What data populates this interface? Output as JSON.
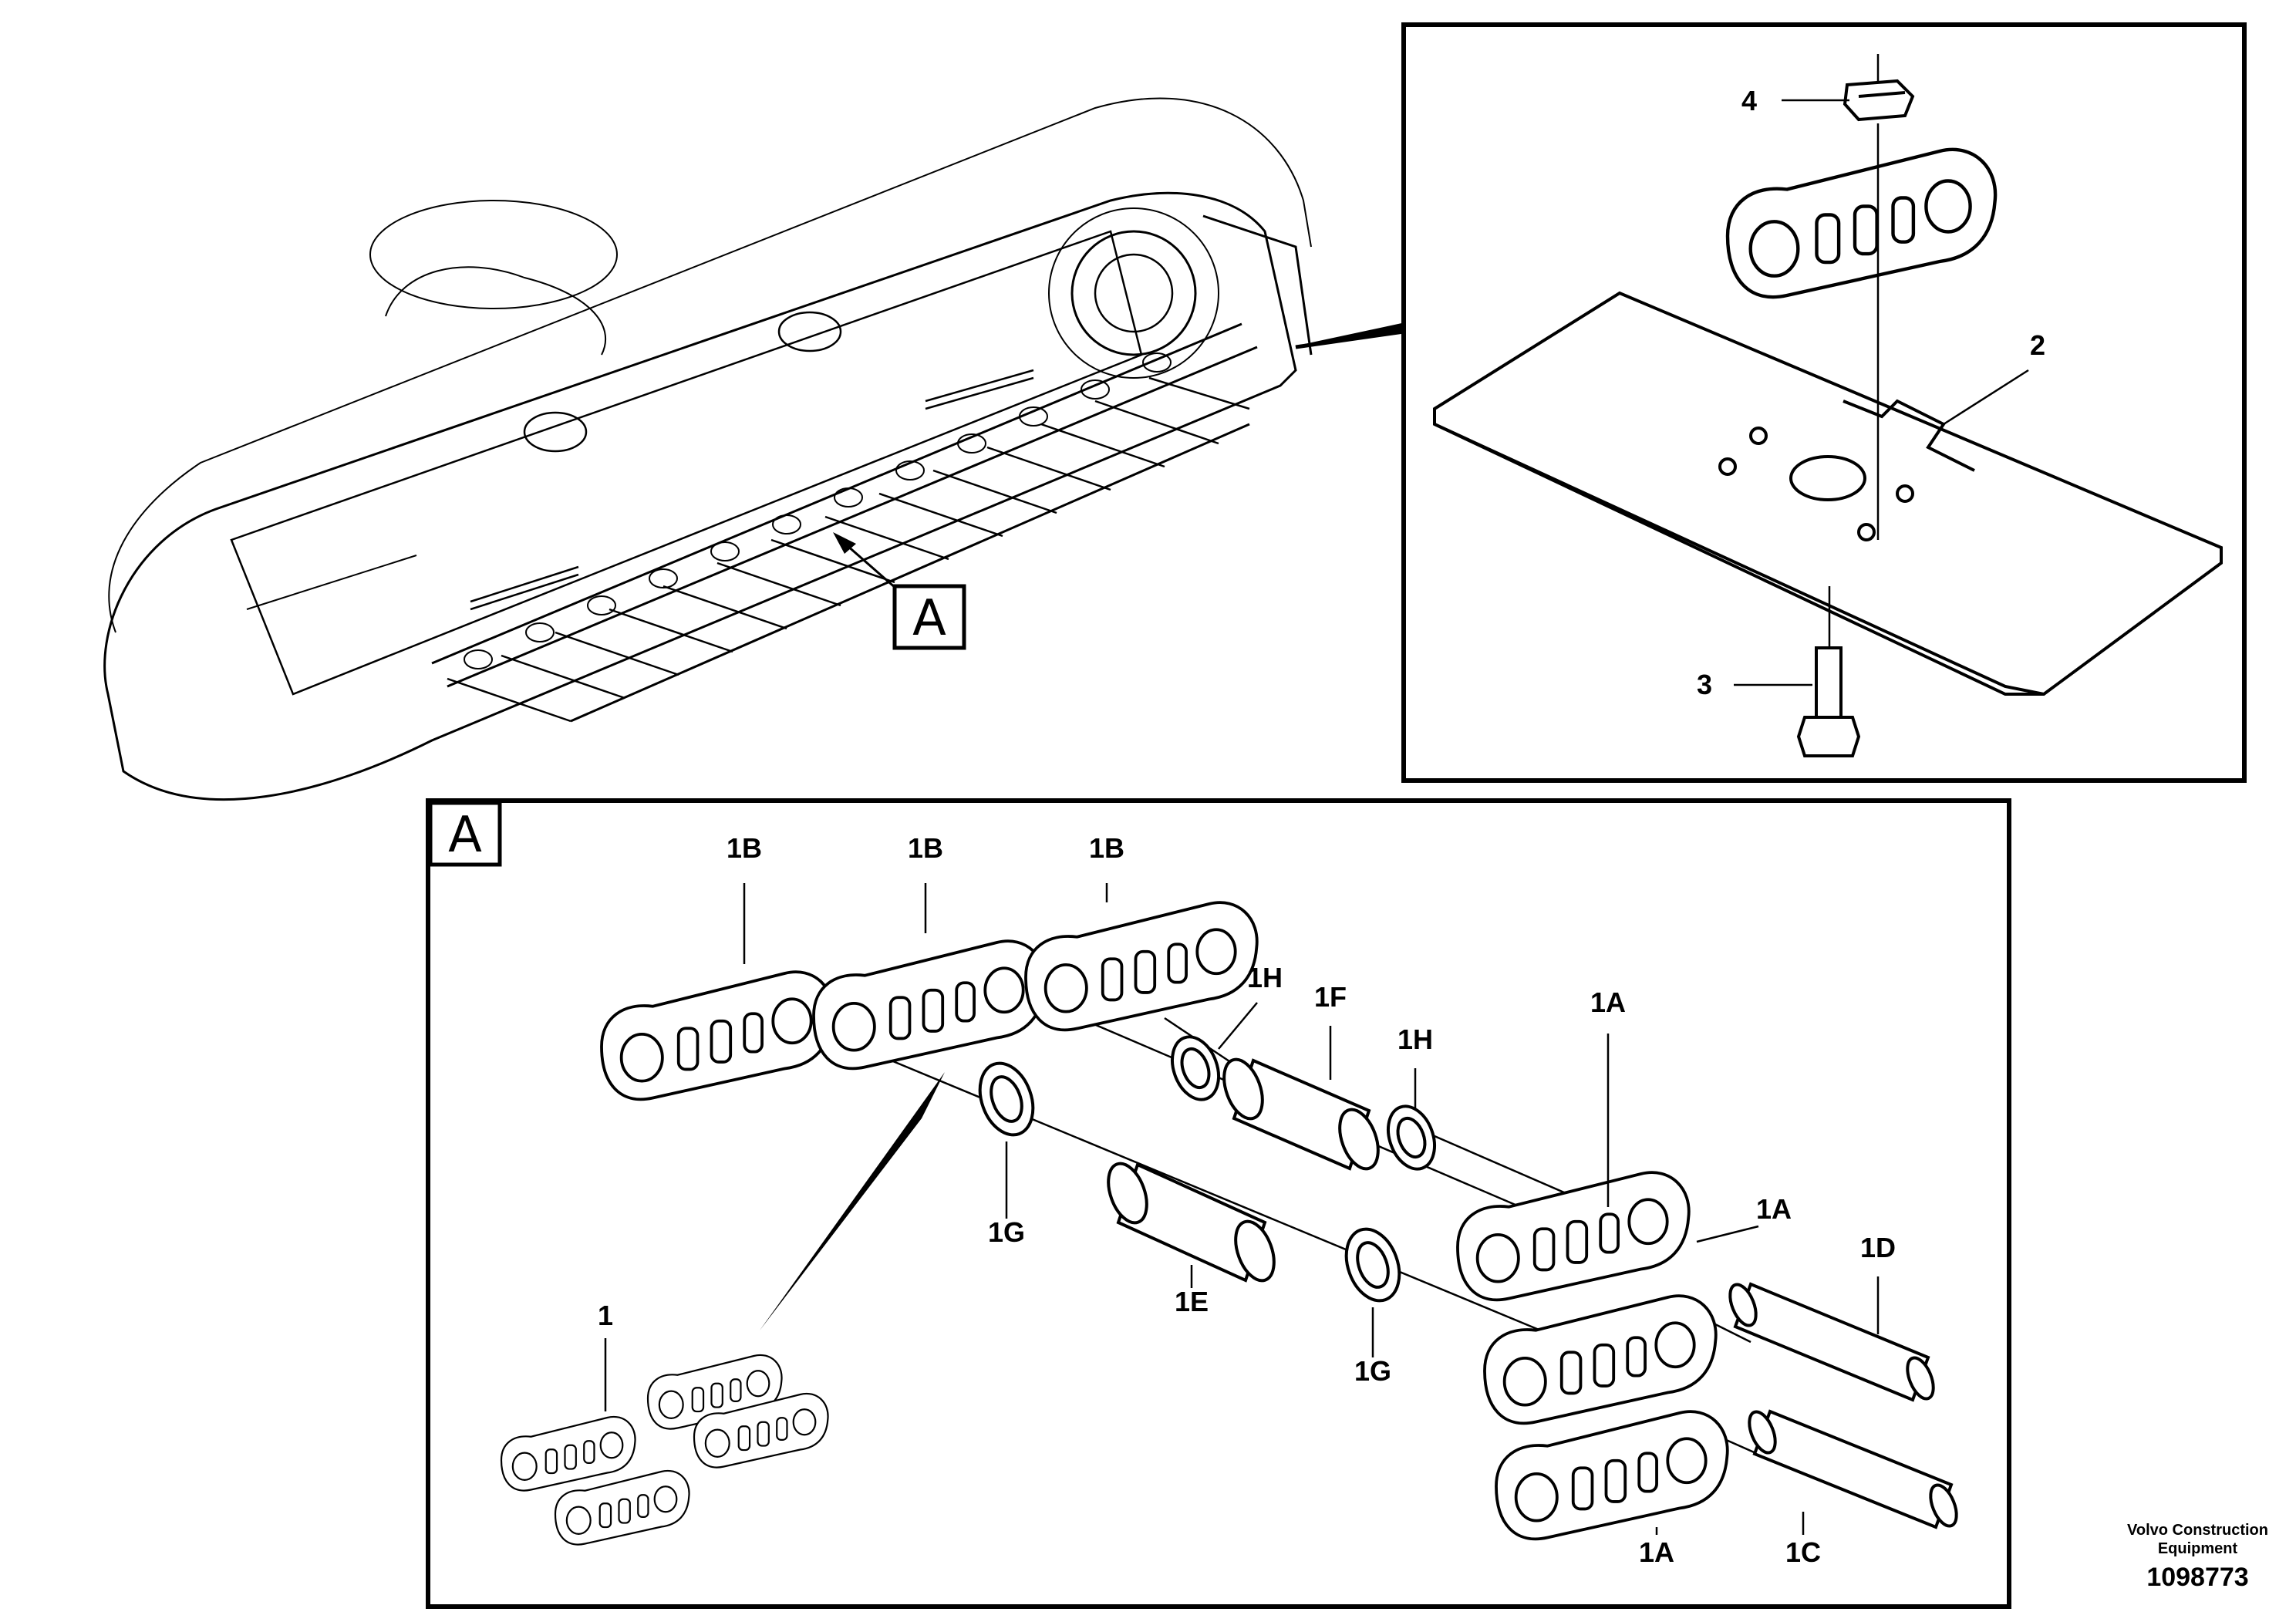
{
  "callouts": {
    "main_view_marker": "A",
    "detail_box_marker": "A"
  },
  "inset_labels": {
    "nut": "4",
    "track_shoe": "2",
    "bolt": "3"
  },
  "detail_labels": {
    "link_1b_left": "1B",
    "link_1b_mid": "1B",
    "link_1b_right": "1B",
    "seal_1h_top": "1H",
    "bushing_1f": "1F",
    "seal_1h_right": "1H",
    "link_1a_top": "1A",
    "link_1a_mid": "1A",
    "pin_1d": "1D",
    "seal_1g_left": "1G",
    "bushing_1e": "1E",
    "seal_1g_bottom": "1G",
    "chain_assembly": "1",
    "link_1a_bottom": "1A",
    "pin_1c": "1C"
  },
  "footer": {
    "brand_line1": "Volvo Construction",
    "brand_line2": "Equipment",
    "doc_number": "1098773"
  }
}
